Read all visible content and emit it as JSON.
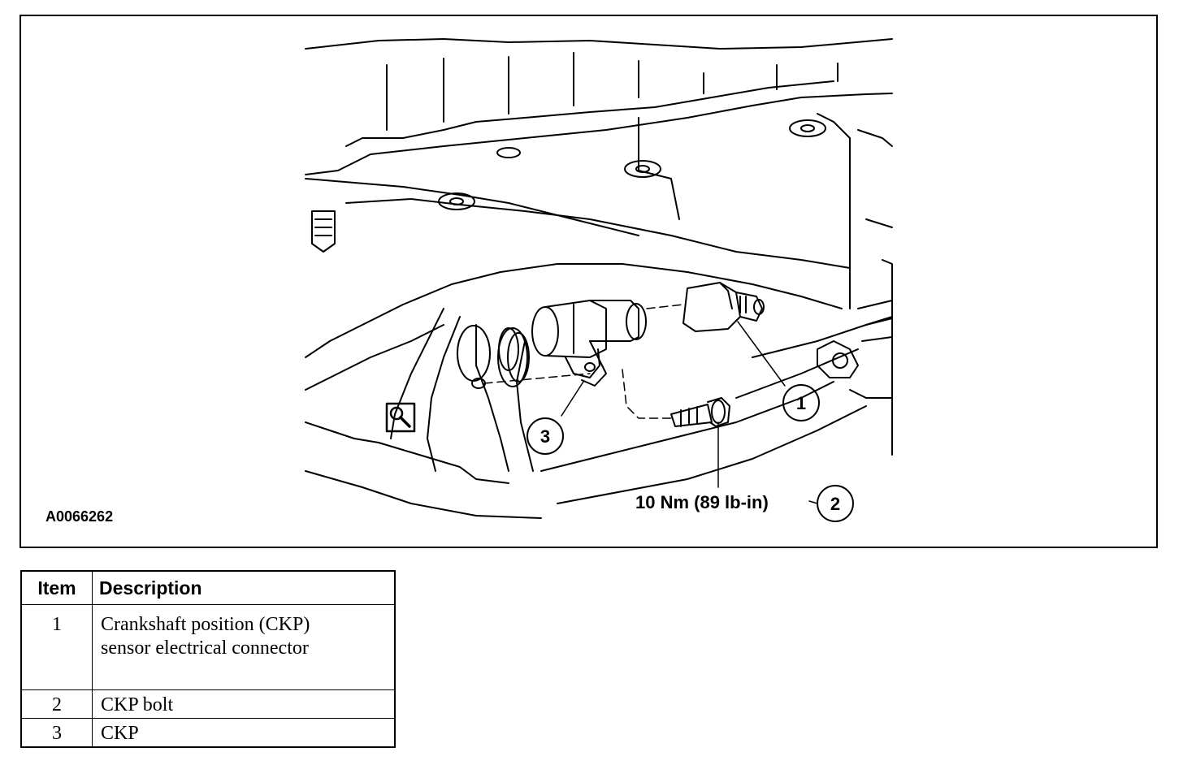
{
  "figure": {
    "id": "A0066262",
    "torque": "10 Nm (89 lb-in)",
    "callouts": [
      "1",
      "2",
      "3"
    ],
    "icon": "magnifier-icon"
  },
  "legend": {
    "headers": {
      "item": "Item",
      "description": "Description"
    },
    "rows": [
      {
        "item": "1",
        "line1": "Crankshaft position (CKP)",
        "line2": "sensor electrical connector"
      },
      {
        "item": "2",
        "line1": "CKP bolt"
      },
      {
        "item": "3",
        "line1": "CKP"
      }
    ]
  }
}
